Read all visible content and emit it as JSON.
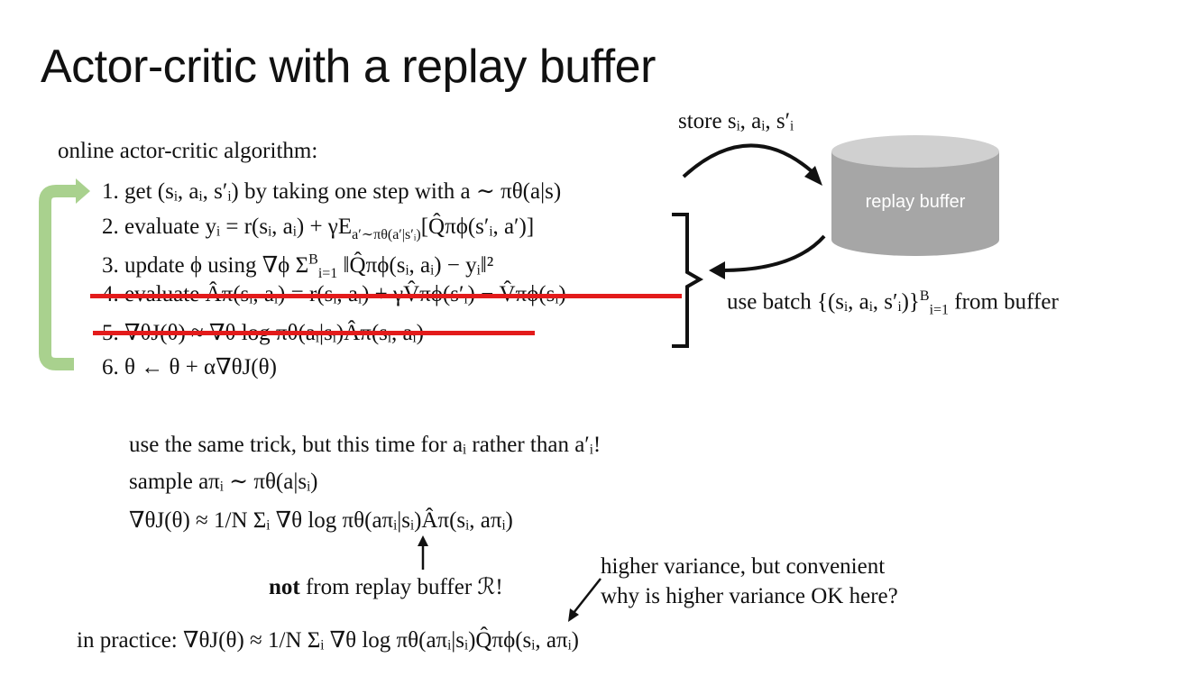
{
  "slide": {
    "title": "Actor-critic with a replay buffer",
    "algo_heading": "online actor-critic algorithm:",
    "steps": [
      {
        "num": "1.",
        "text": "get (sᵢ, aᵢ, s′ᵢ) by taking one step with a ∼ πθ(a|s)"
      },
      {
        "num": "2.",
        "text": "evaluate yᵢ = r(sᵢ, aᵢ) + γE"
      },
      {
        "num": "3.",
        "text": "update ϕ using ∇ϕ Σ"
      },
      {
        "num": "4.",
        "text": "evaluate Âπ(sᵢ, aᵢ) = r(sᵢ, aᵢ) + γV̂πϕ(s′ᵢ) − V̂πϕ(sᵢ)"
      },
      {
        "num": "5.",
        "text": "∇θJ(θ) ≈ ∇θ log πθ(aᵢ|sᵢ)Âπ(sᵢ, aᵢ)"
      },
      {
        "num": "6.",
        "text": "θ ← θ + α∇θJ(θ)"
      }
    ],
    "step2_sub": "a′∼πθ(a′|s′ᵢ)",
    "step2_tail": "[Q̂πϕ(s′ᵢ, a′)]",
    "step3_tail": "‖Q̂πϕ(sᵢ, aᵢ) − yᵢ‖²",
    "step3_sum_sub": "i=1",
    "step3_sum_sup": "B",
    "store_label": "store sᵢ, aᵢ, s′ᵢ",
    "buffer_label": "replay buffer",
    "batch_label": "use batch {(sᵢ, aᵢ, s′ᵢ)}",
    "batch_sup": "B",
    "batch_sub": "i=1",
    "batch_tail": " from buffer",
    "trick_line": "use the same trick, but this time for aᵢ rather than a′ᵢ!",
    "sample_line": "sample aπᵢ ∼ πθ(a|sᵢ)",
    "grad_line": "∇θJ(θ) ≈ 1/N Σᵢ ∇θ log πθ(aπᵢ|sᵢ)Âπ(sᵢ, aπᵢ)",
    "not_bold": "not",
    "not_rest": " from replay buffer ℛ!",
    "variance_1": "higher variance, but convenient",
    "variance_2": "why is higher variance OK here?",
    "practice_line": "in practice: ∇θJ(θ) ≈ 1/N Σᵢ ∇θ log πθ(aπᵢ|sᵢ)Q̂πϕ(sᵢ, aπᵢ)"
  },
  "colors": {
    "strike": "#e31b1b",
    "loop_arrow": "#a9d18e",
    "cylinder": "#a6a6a6",
    "cylinder_top": "#d0d0d0"
  }
}
